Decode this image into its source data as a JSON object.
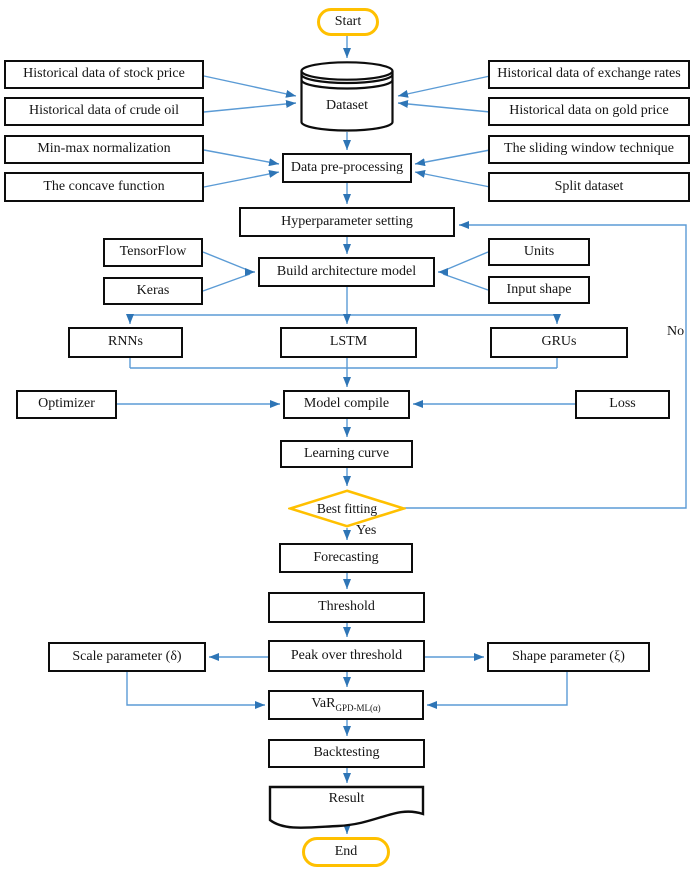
{
  "diagram": {
    "nodes": {
      "start": "Start",
      "dataset": "Dataset",
      "stock_price": "Historical data of stock price",
      "crude_oil": "Historical data of crude oil",
      "exchange_rates": "Historical data of exchange rates",
      "gold_price": "Historical data on gold price",
      "minmax": "Min-max normalization",
      "concave": "The concave function",
      "sliding_window": "The sliding window technique",
      "split_dataset": "Split dataset",
      "preprocessing": "Data pre-processing",
      "hyperparameter": "Hyperparameter setting",
      "tensorflow": "TensorFlow",
      "keras": "Keras",
      "units": "Units",
      "input_shape": "Input shape",
      "build_model": "Build architecture model",
      "rnns": "RNNs",
      "lstm": "LSTM",
      "grus": "GRUs",
      "optimizer": "Optimizer",
      "model_compile": "Model compile",
      "loss": "Loss",
      "learning_curve": "Learning curve",
      "best_fitting": "Best fitting",
      "forecasting": "Forecasting",
      "threshold": "Threshold",
      "peak_over_threshold": "Peak over threshold",
      "scale_parameter": "Scale parameter (δ)",
      "shape_parameter": "Shape parameter (ξ)",
      "var_main": "VaR",
      "var_sub": "GPD-ML(α)",
      "backtesting": "Backtesting",
      "result": "Result",
      "end": "End"
    },
    "edge_labels": {
      "yes": "Yes",
      "no": "No"
    },
    "colors": {
      "gold": "#FFC000",
      "line": "#5B9BD5",
      "arrow": "#2E75B6",
      "border": "#0D0D0D"
    }
  }
}
